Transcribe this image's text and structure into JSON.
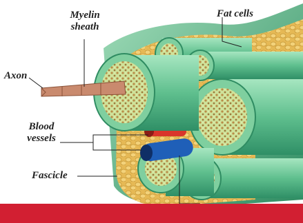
{
  "labels": {
    "myelin_line1": "Myelin",
    "myelin_line2": "sheath",
    "fat_cells": "Fat cells",
    "axon": "Axon",
    "blood_line1": "Blood",
    "blood_line2": "vessels",
    "fascicle": "Fascicle"
  },
  "colors": {
    "nerve_outer": "#3aa37a",
    "nerve_light": "#8fd6ae",
    "fascicle_sheath": "#6cc99a",
    "fascicle_face": "#cfe6a0",
    "fat_tissue": "#e6b955",
    "axon": "#c98a6e",
    "vessel_red": "#d9362b",
    "vessel_blue": "#1f5fb8",
    "bottom_bar": "#d21f32"
  }
}
